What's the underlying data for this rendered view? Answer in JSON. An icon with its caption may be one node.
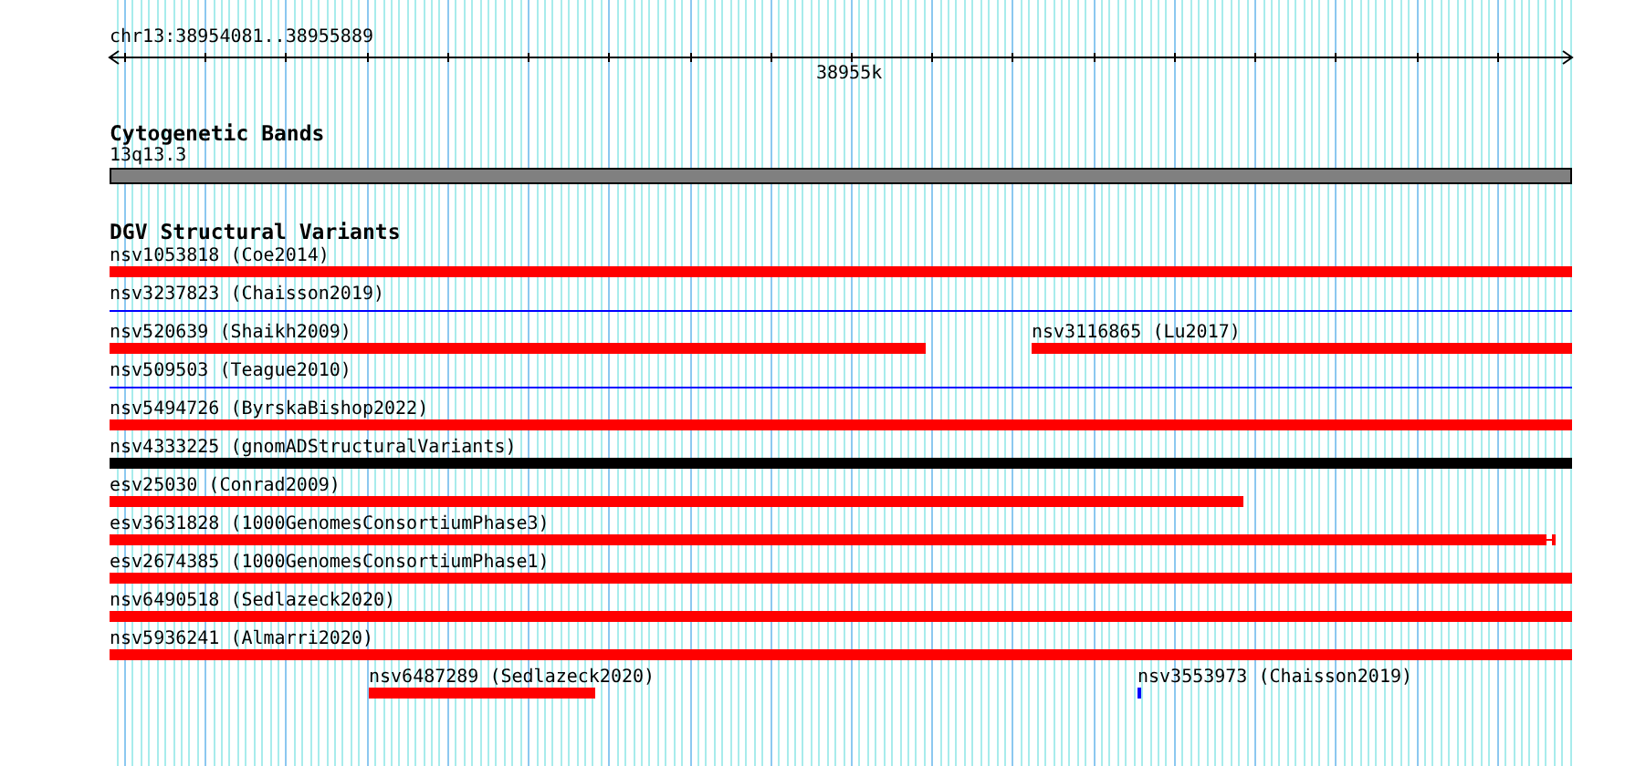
{
  "diagram": {
    "nodes": [
      {
        "text": [
          "13q13.3"
        ]
      },
      {
        "text": [
          "nsv1053818 (Coe2014)"
        ]
      },
      {
        "text": [
          "nsv3237823 (Chaisson2019)"
        ]
      },
      {
        "text": [
          "nsv520639 (Shaikh2009)"
        ]
      },
      {
        "text": [
          "nsv3116865 (Lu2017)"
        ]
      },
      {
        "text": [
          "nsv509503 (Teague2010)"
        ]
      },
      {
        "text": [
          "nsv5494726 (ByrskaBishop2022)"
        ]
      },
      {
        "text": [
          "nsv4333225 (gnomADStructuralVariants)"
        ]
      },
      {
        "text": [
          "esv25030 (Conrad2009)"
        ]
      },
      {
        "text": [
          "esv3631828 (1000GenomesConsortiumPhase3)"
        ]
      },
      {
        "text": [
          "esv2674385 (1000GenomesConsortiumPhase1)"
        ]
      },
      {
        "text": [
          "nsv6490518 (Sedlazeck2020)"
        ]
      },
      {
        "text": [
          "nsv5936241 (Almarri2020)"
        ]
      },
      {
        "text": [
          "nsv6487289 (Sedlazeck2020)"
        ]
      },
      {
        "text": [
          "nsv3553973 (Chaisson2019)"
        ]
      }
    ],
    "labels": [
      "chr13:38954081..38955889",
      "38955k",
      "Cytogenetic Bands",
      "DGV Structural Variants"
    ]
  }
}
